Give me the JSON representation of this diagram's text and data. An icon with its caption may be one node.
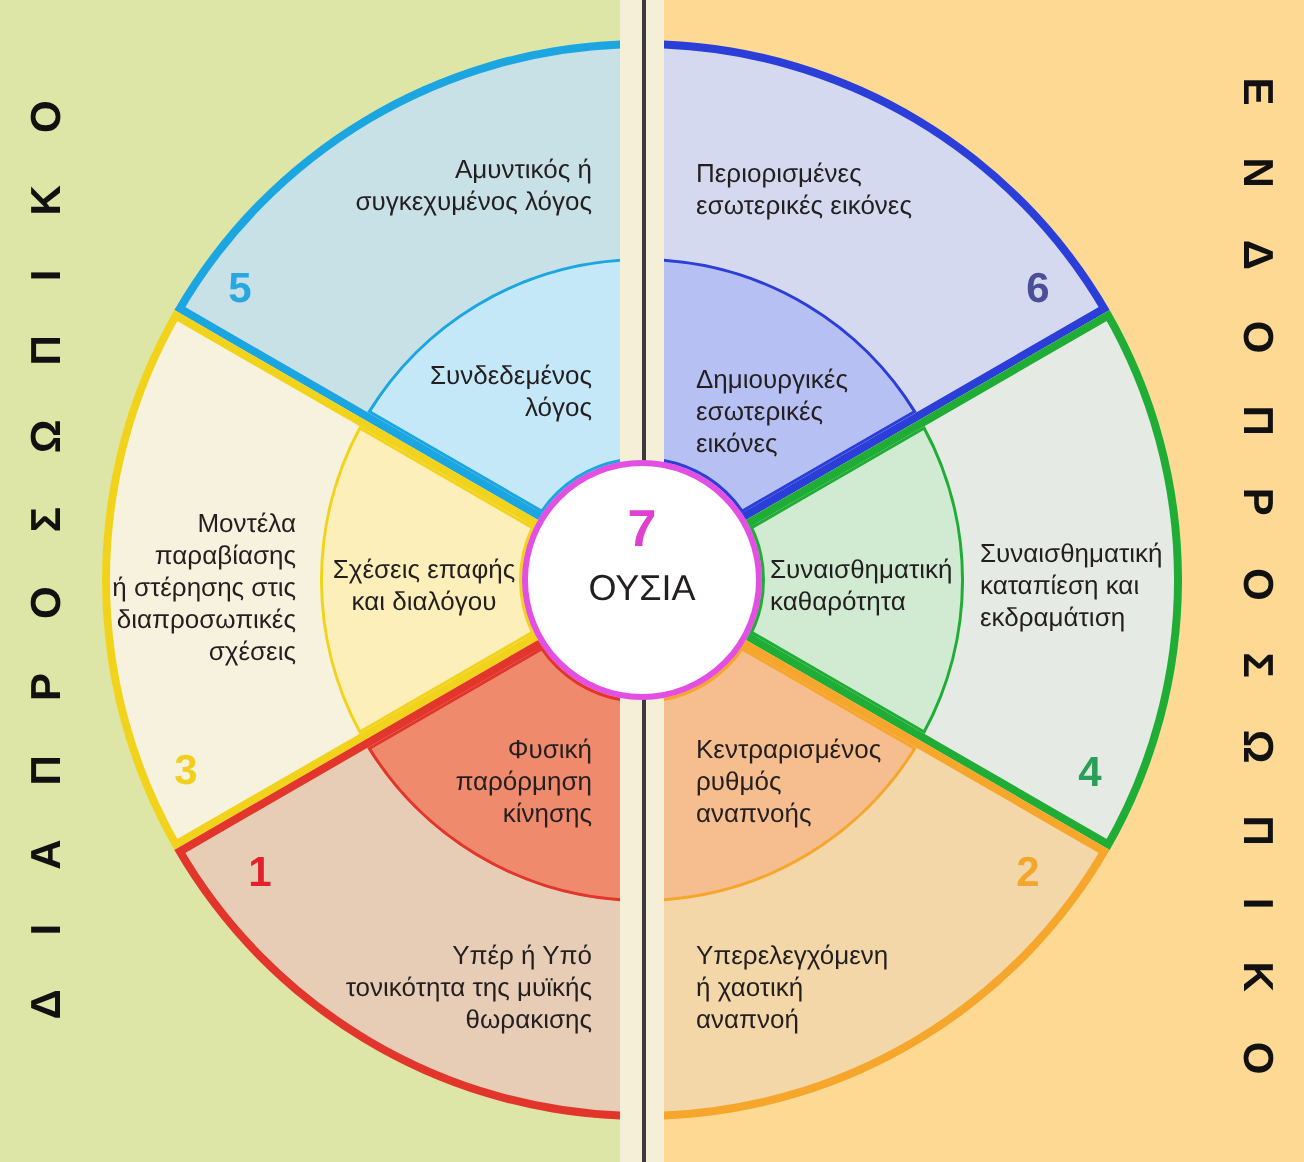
{
  "diagram": {
    "nodes": [
      {
        "text": [
          "ΔΙΑΠΡΟΣΩΠΙΚΟ"
        ]
      },
      {
        "text": [
          "Αμυντικός ή συγκεχυμένος λόγος",
          "5"
        ],
        "in": 0
      },
      {
        "text": [
          "Συνδεδεμένος λόγος"
        ],
        "in": 1
      },
      {
        "text": [
          "Μοντέλα παραβίασης ή στέρησης στις διαπροσωπικές σχέσεις",
          "3"
        ],
        "in": 0
      },
      {
        "text": [
          "Σχέσεις επαφής και διαλόγου"
        ],
        "in": 3
      },
      {
        "text": [
          "1",
          "Υπέρ ή Υπό τονικότητα της μυϊκής θωρακισης"
        ],
        "in": 0
      },
      {
        "text": [
          "Φυσική παρόρμηση κίνησης"
        ],
        "in": 5
      },
      {
        "text": [
          "7",
          "ΟΥΣΙΑ"
        ]
      },
      {
        "text": [
          "ΕΝΔΟΠΡΟΣΩΠΙΚΟ"
        ]
      },
      {
        "text": [
          "Περιορισμένες εσωτερικές εικόνες",
          "6"
        ],
        "in": 8
      },
      {
        "text": [
          "Δημιουργικές εσωτερικές εικόνες"
        ],
        "in": 9
      },
      {
        "text": [
          "Συναισθηματική καταπίεση και εκδραμάτιση",
          "4"
        ],
        "in": 8
      },
      {
        "text": [
          "Συναισθηματική καθαρότητα"
        ],
        "in": 11
      },
      {
        "text": [
          "2",
          "Υπερελεγχόμενη ή χαοτική αναπνοή"
        ],
        "in": 8
      },
      {
        "text": [
          "Κεντραρισμένος ρυθμός αναπνοής"
        ],
        "in": 13
      }
    ]
  }
}
